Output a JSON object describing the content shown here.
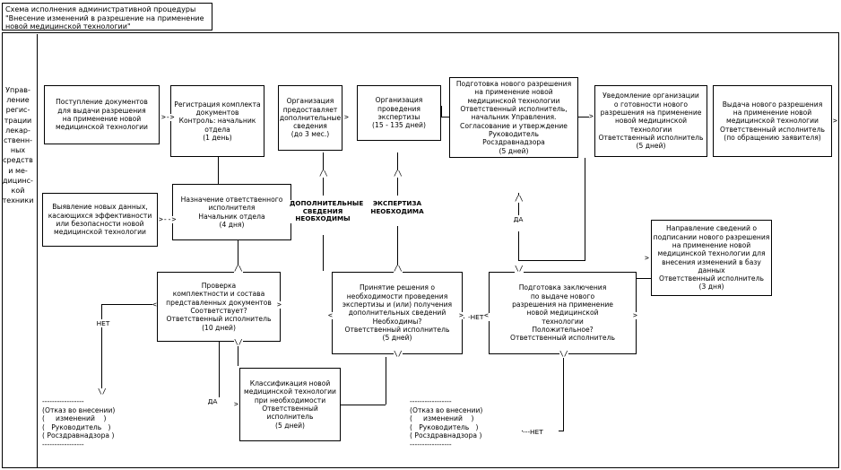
{
  "title": {
    "line1": "Схема исполнения административной процедуры",
    "line2": "\"Внесение изменений в разрешение на применение",
    "line3": "новой медицинской технологии\""
  },
  "sidebar": {
    "label": "Управ-\nление\nрегис-\nтрации\nлекар-\nственн-\nных\nсредств\nи ме-\nдицинс-\nкой\nтехники"
  },
  "nodes": {
    "n1": "Поступление документов\nдля выдачи разрешения\nна применение новой\nмедицинской технологии",
    "n2": "Регистрация комплекта\nдокументов\nКонтроль: начальник\nотдела\n(1 день)",
    "n3": "Организация\nпредоставляет\nдополнительные\nсведения\n(до 3 мес.)",
    "n4": "Организация\nпроведения\nэкспертизы\n(15 - 135 дней)",
    "n5": "Подготовка нового разрешения\nна применение новой\nмедицинской технологии\nОтветственный исполнитель,\nначальник Управления.\nСогласование и утверждение\nРуководитель\nРосздравнадзора\n(5 дней)",
    "n6": "Уведомление организации\nо готовности нового\nразрешения на применение\nновой медицинской\nтехнологии\nОтветственный исполнитель\n(5 дней)",
    "n7": "Выдача нового разрешения\nна применение новой\nмедицинской технологии\nОтветственный исполнитель\n(по обращению заявителя)",
    "n8": "Выявление новых данных,\nкасающихся эффективности\nили безопасности новой\nмедицинской технологии",
    "n9": "Назначение ответственного\nисполнителя\nНачальник отдела\n(4 дня)",
    "n10": "Проверка\nкомплектности и состава\nпредставленных документов\nСоответствует?\nОтветственный исполнитель\n(10 дней)",
    "n11": "Принятие решения о\nнеобходимости проведения\nэкспертизы и (или) получения\nдополнительных сведений\nНеобходимы?\nОтветственный исполнитель\n(5 дней)",
    "n12": "Подготовка заключения\nпо выдаче нового\nразрешения на применение\nновой медицинской\nтехнологии\nПоложительное?\nОтветственный исполнитель",
    "n13": "Направление сведений о\nподписании нового разрешения\nна применение новой\nмедицинской технологии для\nвнесения изменений в базу\nданных\nОтветственный исполнитель\n(3 дня)",
    "n14": "Классификация новой\nмедицинской технологии\nпри необходимости\nОтветственный\nисполнитель\n(5 дней)"
  },
  "terminals": {
    "t1": {
      "top": "-----------------",
      "l1": "(Отказ во внесении)",
      "l2": "(     изменений    )",
      "l3": "(   Руководитель   )",
      "l4": "( Росздравнадзора )",
      "bottom": "-----------------"
    },
    "t2": {
      "top": "-----------------",
      "l1": "(Отказ во внесении)",
      "l2": "(     изменений    )",
      "l3": "(   Руководитель   )",
      "l4": "( Росздравнадзора )",
      "bottom": "-----------------"
    }
  },
  "labels": {
    "dop_svedeniya": "ДОПОЛНИТЕЛЬНЫЕ\nСВЕДЕНИЯ\nНЕОБХОДИМЫ",
    "ekspertiza": "ЭКСПЕРТИЗА\nНЕОБХОДИМА",
    "da_top": "ДА",
    "net_left": "НЕТ",
    "da_bottom": "ДА",
    "net_mid": "-НЕТ-",
    "net_bottom": "---НЕТ"
  },
  "arrows": {
    "a1": ">->",
    "a2": ">",
    "a3": ">",
    "a4": ">",
    "a5": ">",
    "a6": ">-->",
    "a7": "<",
    "a8": ">",
    "a9": "<",
    "a10": ">",
    "a11": "<",
    "a12": ">",
    "a13": ">",
    "up1": "/\\",
    "up2": "/\\",
    "up3": "/\\",
    "up4": "/\\",
    "up5": "/\\",
    "dn1": "\\/",
    "dn2": "\\/",
    "dn3": "\\/",
    "dn4": "\\/",
    "dn5": "\\/"
  },
  "colors": {
    "line": "#000000",
    "background": "#ffffff"
  }
}
